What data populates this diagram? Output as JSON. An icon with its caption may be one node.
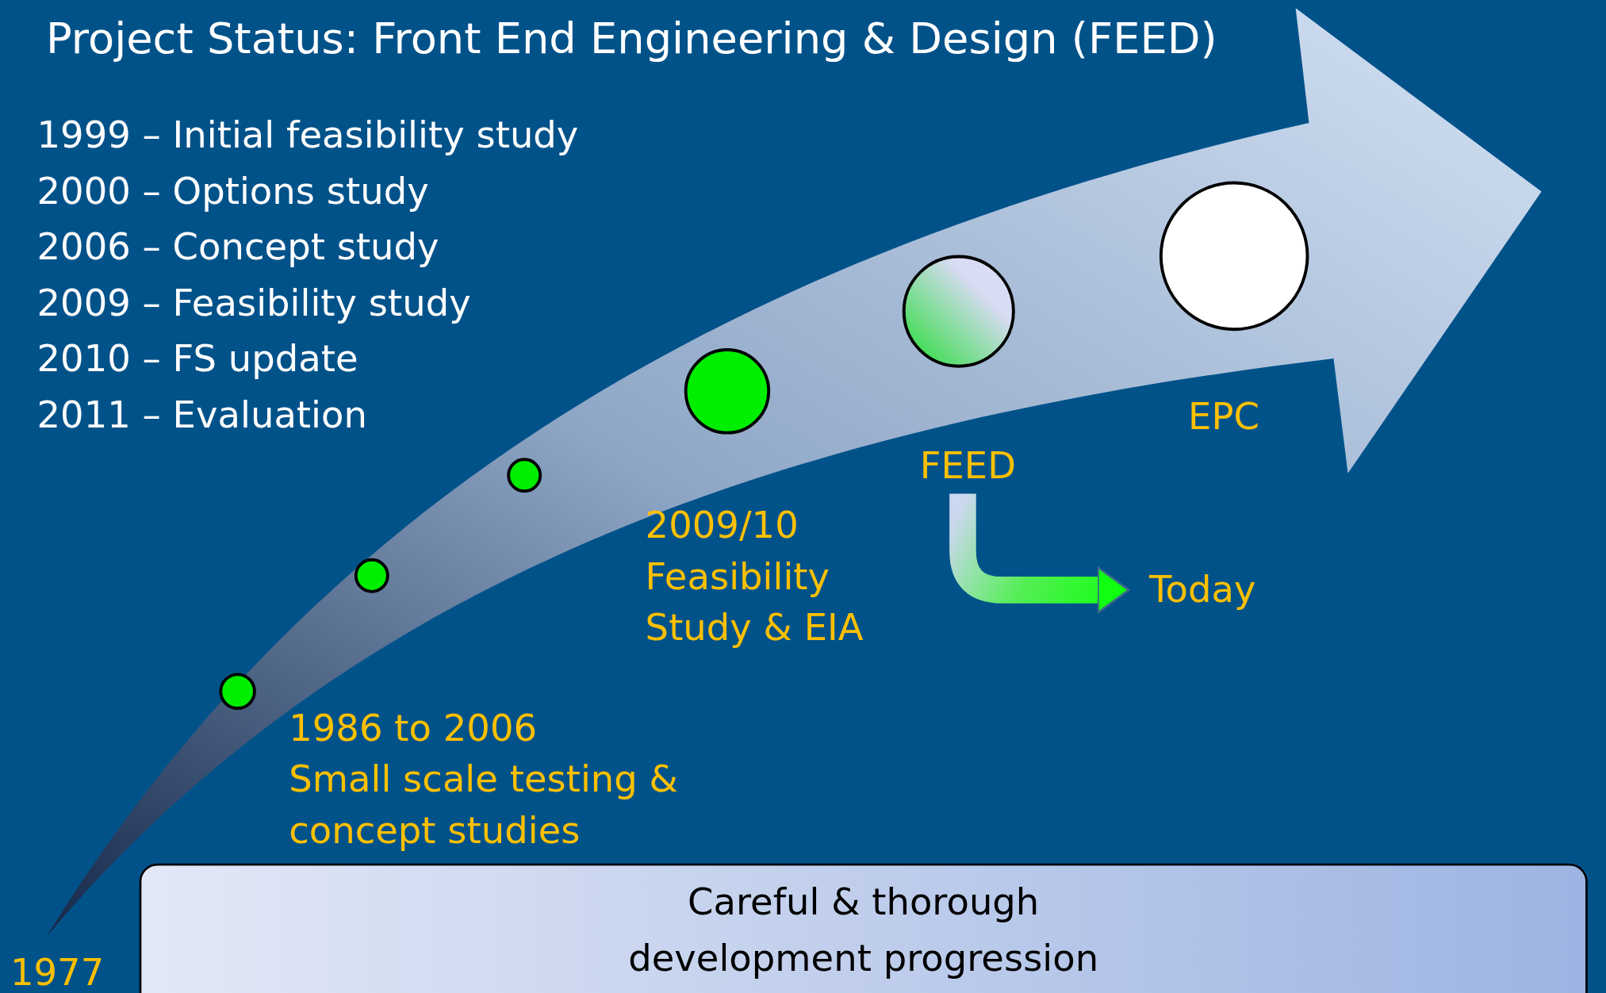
{
  "diagram": {
    "title": "Project Status:  Front End Engineering & Design (FEED)",
    "nodes": [
      {
        "text": [],
        "shape": "circle"
      },
      {
        "text": [],
        "shape": "circle"
      },
      {
        "text": [],
        "shape": "circle"
      },
      {
        "text": [],
        "shape": "circle"
      },
      {
        "text": [],
        "shape": "circle"
      },
      {
        "text": [],
        "shape": "circle",
        "beside": [
          "EPC"
        ]
      },
      {
        "text": [
          "FEED"
        ]
      },
      {
        "text": [
          "Today"
        ]
      },
      {
        "text": [
          "Careful & thorough development progression"
        ]
      }
    ],
    "edges": [
      {
        "from": 6,
        "to": 7,
        "arrow": "to"
      }
    ],
    "labels": [
      "1999 – Initial feasibility study",
      "2000 – Options study",
      "2006 – Concept study",
      "2009 – Feasibility study",
      "2010 – FS update",
      "2011 – Evaluation",
      "1986 to 2006 Small scale testing & concept studies",
      "2009/10 Feasibility Study & EIA",
      "1977"
    ]
  }
}
